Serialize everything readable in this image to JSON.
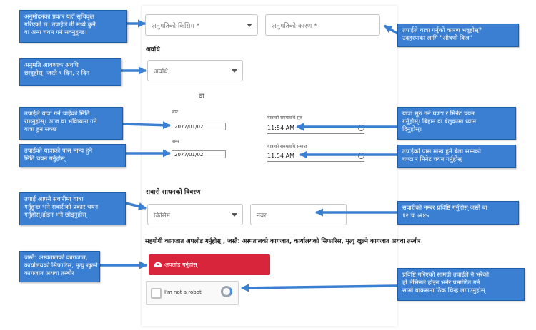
{
  "form": {
    "permit_type_placeholder": "अनुमतिको किसिम *",
    "permit_reason_placeholder": "अनुमतिको कारण *",
    "duration_label": "अवधि",
    "duration_placeholder": "अवधि",
    "or_text": "वा",
    "from_label": "बाट",
    "from_date": "2077/01/02",
    "to_label": "सम्म",
    "to_date": "2077/01/02",
    "start_time_label": "यात्राको समयावधि सुरु",
    "start_time": "11:54 AM",
    "end_time_label": "यात्राको समयावधि समाप्त",
    "end_time": "11:54 AM",
    "vehicle_heading": "सवारी साधनको विवरण",
    "vehicle_type_placeholder": "किसिम",
    "vehicle_number_placeholder": "नंबर",
    "document_note": "सहयोगी कागजात अपलोड गर्नुहोस् , जस्तै: अस्पतालको कागजात, कार्यालयको सिफारिस, मृत्यु खुल्ने कागजात अथवा तस्बीर",
    "upload_button": "अपलोड गर्नुहोस्",
    "captcha_label": "I'm not a robot"
  },
  "callouts": {
    "permit_type": [
      "अनुमोदनका प्रकार यहाँ सूचिकृत",
      "गरिएको छ। तपाईले ती मध्ये कुनै",
      "वा अन्य चयन गर्न सक्नुहुन्छ।"
    ],
    "permit_reason": [
      "तपाईले यात्रा गर्नुको कारण भन्नुहोस्?",
      "उदहरणका लागि \"औषधी किन्न\""
    ],
    "duration": [
      "अनुमति आवश्यक अवधि",
      "छान्नुहोस्। जस्तै १ दिन, २ दिन"
    ],
    "from_date": [
      "तपाईले यात्रा गर्न चाहेको मिति",
      "राख्नुहोस्। आज वा भविष्यमा गर्ने",
      "यात्रा हुन सक्छ"
    ],
    "start_time": [
      "यात्रा सुरु गर्ने घण्टा र मिनेट चयन",
      "गर्नुहोस्। बिहान वा बेलुकामा ध्यान",
      "दिनुहोस्।"
    ],
    "to_date": [
      "तपाईको यात्राको पास मान्य हुने",
      "मिति चयन गर्नुहोस्"
    ],
    "end_time": [
      "तपाईको पास मान्य हुने बेला सम्मको",
      "घण्टा र मिनेट चयन गर्नुहोस्"
    ],
    "vehicle_type": [
      "तपाई आफ्नै सवारीमा यात्रा",
      "गर्नुहुन्छ भने सवारीको प्रकार चयन",
      "गर्नुहोस्।होइन भने छोड्नुहोस्"
    ],
    "vehicle_number": [
      "सवारीको नम्बर प्रविष्टि गर्नुहोस् जस्तै बा",
      "१२ च ७२४५"
    ],
    "documents": [
      "जस्तै: अस्पतालको कागजात,",
      "कार्यालयको सिफारिस, मृत्यु खुल्ने",
      "कागजात अथवा तस्बीर"
    ],
    "captcha": [
      "प्रविष्टि गरिएको सामग्री तपाईले नै भरेको",
      "हो मेसिनले होइन भनेर प्रमाणित गर्न",
      "सामो बाकसमा ठिक चिन्ह लगाउनुहोस्"
    ]
  },
  "colors": {
    "callout_fill": "#3a7fd2",
    "arrow": "#3a7fd2",
    "upload_button": "#d9253b"
  }
}
